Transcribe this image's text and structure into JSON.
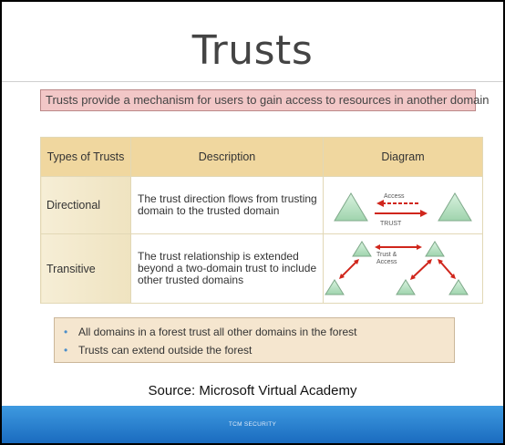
{
  "slide": {
    "title": "Trusts",
    "callout": "Trusts provide a mechanism for users to gain access to resources in another domain"
  },
  "table": {
    "headers": [
      "Types of Trusts",
      "Description",
      "Diagram"
    ],
    "rows": [
      {
        "type": "Directional",
        "description": "The trust direction flows from trusting domain to the trusted domain",
        "diagram_labels": {
          "top": "Access",
          "bottom": "TRUST"
        }
      },
      {
        "type": "Transitive",
        "description": "The trust relationship is extended beyond a two-domain trust to include other trusted domains",
        "diagram_labels": {
          "line1": "Trust &",
          "line2": "Access"
        }
      }
    ]
  },
  "bullets": [
    "All domains in a forest trust all other domains in the forest",
    "Trusts can extend outside the forest"
  ],
  "source": "Source: Microsoft Virtual Academy",
  "footer": "TCM SECURITY",
  "colors": {
    "callout_bg": "#f2c7c7",
    "header_bg": "#f0d79f",
    "bullet_box_bg": "#f5e6cf",
    "arrow_red": "#d0261c",
    "triangle_green": "#b7e3c3",
    "footer_blue": "#2a82d3"
  }
}
